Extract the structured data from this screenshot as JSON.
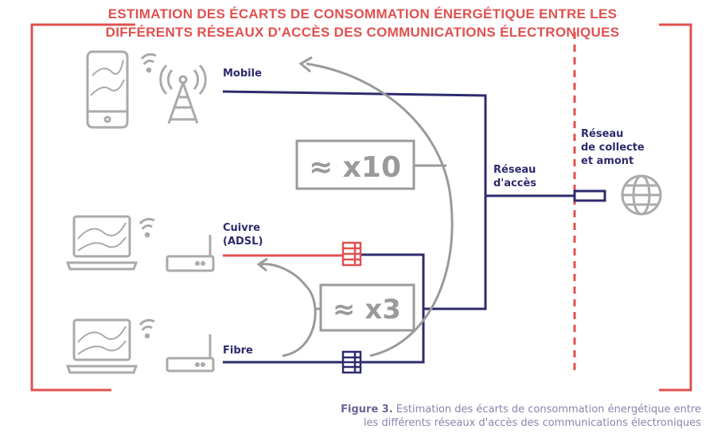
{
  "title": {
    "line1": "ESTIMATION DES ÉCARTS DE CONSOMMATION ÉNERGÉTIQUE ENTRE LES",
    "line2": "DIFFÉRENTS RÉSEAUX D'ACCÈS DES COMMUNICATIONS ÉLECTRONIQUES"
  },
  "labels": {
    "mobile": "Mobile",
    "cuivre": "Cuivre",
    "adsl": "(ADSL)",
    "fibre": "Fibre",
    "acces_1": "Réseau",
    "acces_2": "d'accès",
    "collecte_1": "Réseau",
    "collecte_2": "de collecte",
    "collecte_3": "et amont"
  },
  "factors": {
    "mobile_vs_fixed": "≈ x10",
    "copper_vs_fibre": "≈ x3"
  },
  "caption": {
    "prefix": "Figure 3.",
    "line1": "Estimation des écarts de consommation énergétique entre",
    "line2": "les différents réseaux d'accès des communications électroniques"
  },
  "colors": {
    "red": "#e0504f",
    "navy": "#2e2a6e",
    "gray": "#9a9a9a",
    "caption": "#8e82ad"
  }
}
